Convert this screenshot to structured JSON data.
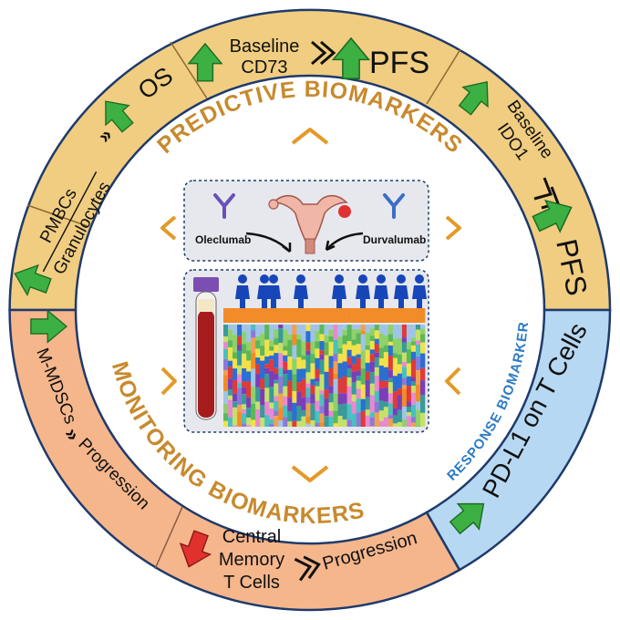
{
  "ring": {
    "predictive_title": "PREDICTIVE BIOMARKERS",
    "monitoring_title": "MONITORING BIOMARKERS",
    "response_title": "RESPONSE BIOMARKER"
  },
  "segments": {
    "pmbc": {
      "line1": "PMBCs",
      "line2": "Granulocytes",
      "outcome": "OS"
    },
    "cd73": {
      "line1": "Baseline",
      "line2": "CD73",
      "outcome": "PFS"
    },
    "ido1": {
      "line1": "Baseline",
      "line2": "IDO1",
      "outcome": "PFS"
    },
    "pdl1": {
      "text": "PD-L1 on T Cells"
    },
    "mmdsc": {
      "marker": "M-MDSCs",
      "outcome": "Progression"
    },
    "tcells": {
      "line1": "Central",
      "line2": "Memory",
      "line3": "T Cells",
      "outcome": "Progression"
    }
  },
  "center": {
    "drug_left": "Oleclumab",
    "drug_right": "Durvalumab"
  },
  "colors": {
    "predictive": "#f0cd80",
    "monitoring": "#f5b68c",
    "response": "#b7d8f2",
    "outline": "#1f3a6b",
    "arrow_up": "#3cb043",
    "arrow_down": "#e0312e",
    "title_text": "#c88a2e",
    "response_text": "#2d7bc4"
  }
}
